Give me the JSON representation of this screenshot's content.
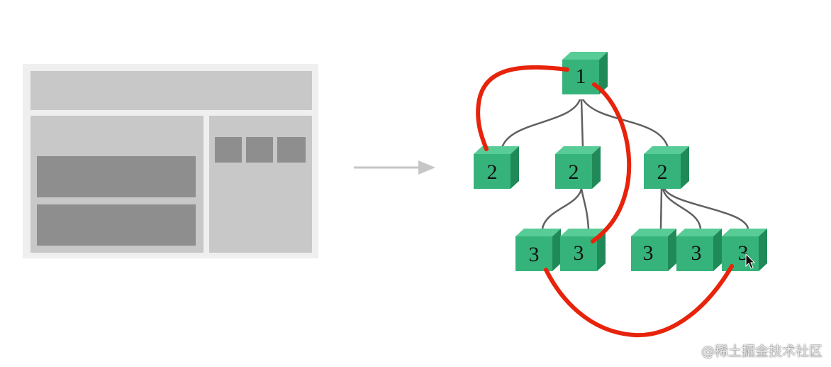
{
  "colors": {
    "cube_front": "#35b37a",
    "cube_top": "#58cc96",
    "cube_side": "#1f8a58",
    "edge": "#606060",
    "traversal": "#e8230b",
    "arrow": "#c6c6c6"
  },
  "tree": {
    "root": {
      "label": "1"
    },
    "level2": [
      {
        "label": "2"
      },
      {
        "label": "2"
      },
      {
        "label": "2"
      }
    ],
    "level3": [
      {
        "label": "3"
      },
      {
        "label": "3"
      },
      {
        "label": "3"
      },
      {
        "label": "3"
      },
      {
        "label": "3"
      }
    ]
  },
  "watermark": {
    "text": "@稀土掘金技术社区"
  }
}
